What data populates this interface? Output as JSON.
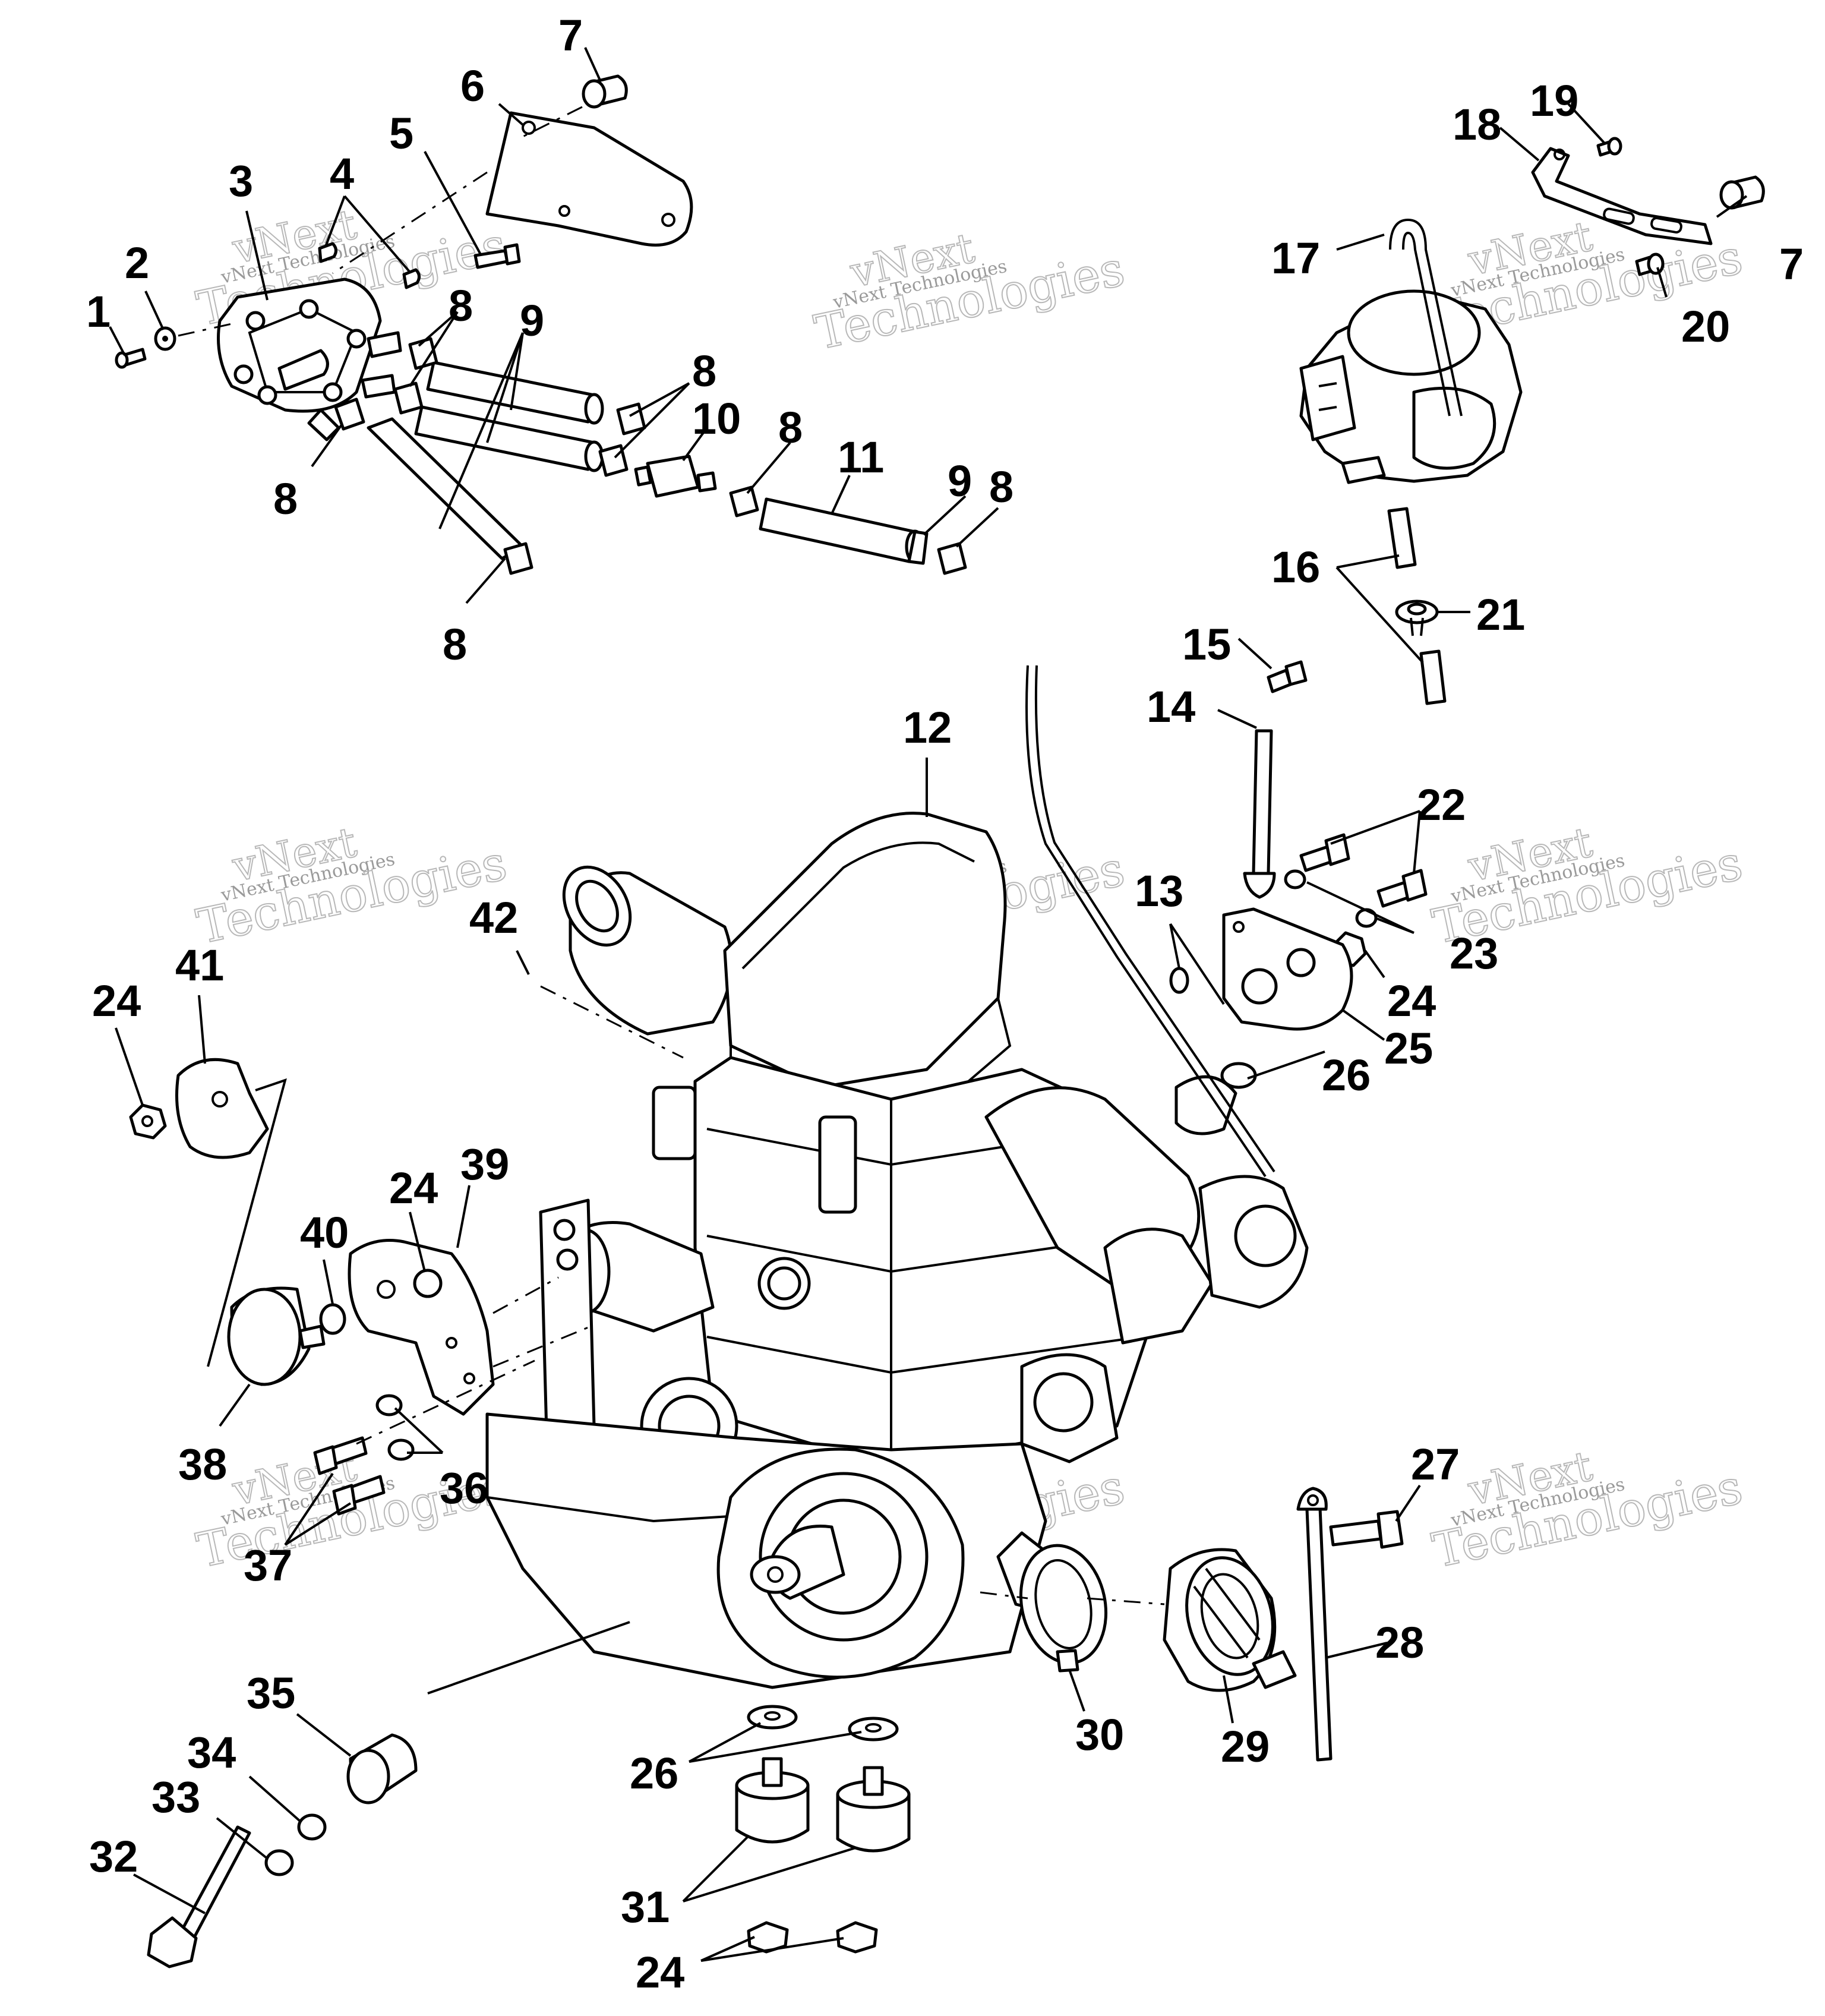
{
  "callouts": [
    "1",
    "2",
    "3",
    "4",
    "5",
    "6",
    "7",
    "8",
    "9",
    "10",
    "11",
    "12",
    "13",
    "14",
    "15",
    "16",
    "17",
    "18",
    "19",
    "20",
    "21",
    "22",
    "23",
    "24",
    "25",
    "26",
    "27",
    "28",
    "29",
    "30",
    "31",
    "32",
    "33",
    "34",
    "35",
    "36",
    "37",
    "38",
    "39",
    "40",
    "41",
    "42"
  ],
  "labels": {
    "n1": "1",
    "n2": "2",
    "n3": "3",
    "n4": "4",
    "n5": "5",
    "n6": "6",
    "n7a": "7",
    "n7b": "7",
    "n8a": "8",
    "n8b": "8",
    "n8c": "8",
    "n8d": "8",
    "n8e": "8",
    "n8f": "8",
    "n9a": "9",
    "n9b": "9",
    "n10": "10",
    "n11": "11",
    "n12": "12",
    "n13": "13",
    "n14": "14",
    "n15": "15",
    "n16": "16",
    "n17": "17",
    "n18": "18",
    "n19": "19",
    "n20": "20",
    "n21": "21",
    "n22": "22",
    "n23": "23",
    "n24a": "24",
    "n24b": "24",
    "n24c": "24",
    "n24d": "24",
    "n25": "25",
    "n26a": "26",
    "n26b": "26",
    "n27": "27",
    "n28": "28",
    "n29": "29",
    "n30": "30",
    "n31": "31",
    "n32": "32",
    "n33": "33",
    "n34": "34",
    "n35": "35",
    "n36": "36",
    "n37": "37",
    "n38": "38",
    "n39": "39",
    "n40": "40",
    "n41": "41",
    "n42": "42"
  },
  "watermark": {
    "brand": "vNext",
    "word": "Technologies",
    "full": "vNext Technologies"
  },
  "colors": {
    "line": "#000000",
    "paper": "#ffffff",
    "watermark": "#b8b8b8"
  }
}
